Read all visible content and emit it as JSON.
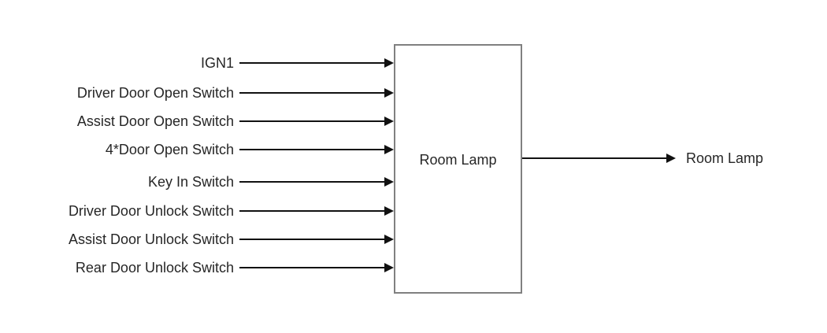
{
  "diagram": {
    "block": {
      "label": "Room Lamp"
    },
    "inputs": [
      {
        "label": "IGN1"
      },
      {
        "label": "Driver Door Open Switch"
      },
      {
        "label": "Assist Door Open Switch"
      },
      {
        "label": "4*Door Open Switch"
      },
      {
        "label": "Key In Switch"
      },
      {
        "label": "Driver Door Unlock Switch"
      },
      {
        "label": "Assist Door Unlock Switch"
      },
      {
        "label": "Rear Door Unlock Switch"
      }
    ],
    "outputs": [
      {
        "label": "Room Lamp"
      }
    ],
    "colors": {
      "line": "#111111",
      "box_border": "#808080",
      "text": "#262626",
      "background": "#ffffff"
    }
  }
}
